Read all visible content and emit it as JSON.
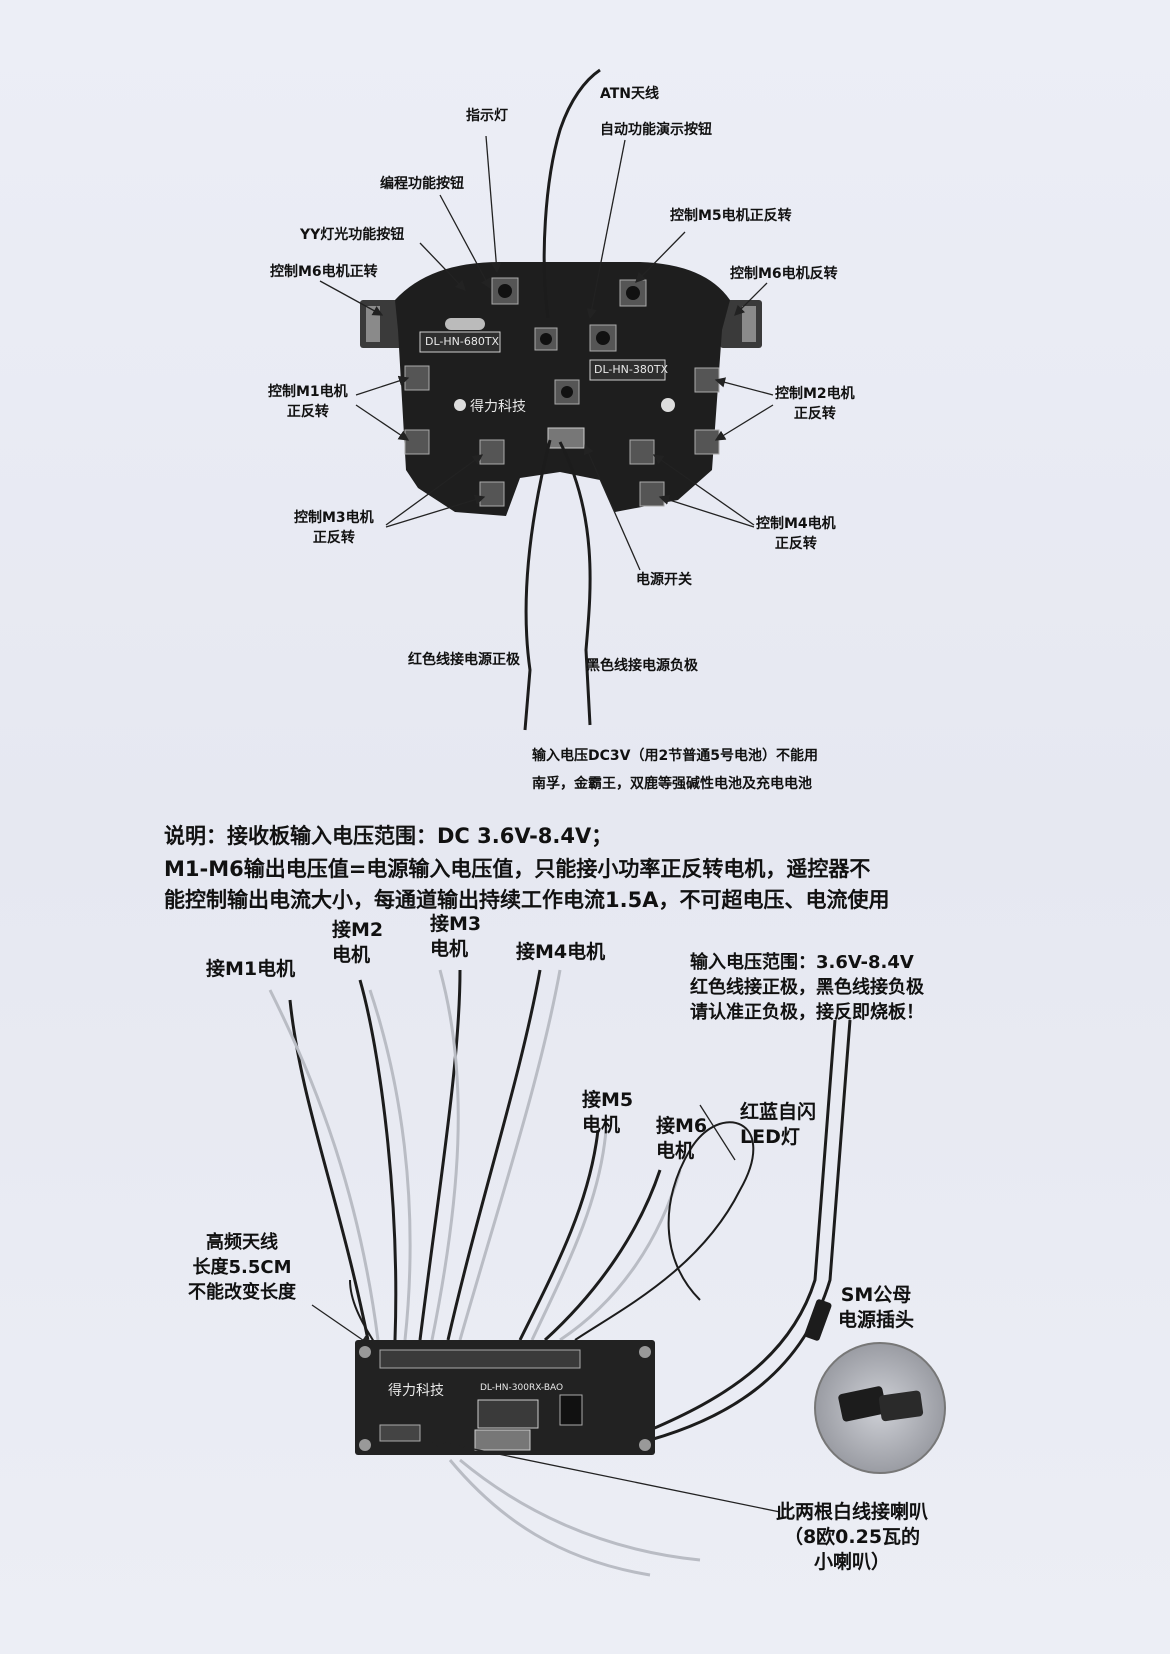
{
  "top_board": {
    "silk_model_left": "DL-HN-680TX",
    "silk_model_right": "DL-HN-380TX",
    "silk_brand": "得力科技",
    "labels": {
      "atn": "ATN天线",
      "indicator": "指示灯",
      "auto_demo": "自动功能演示按钮",
      "program": "编程功能按钮",
      "m5": "控制M5电机正反转",
      "yy": "YY灯光功能按钮",
      "m6_fwd": "控制M6电机正转",
      "m6_rev": "控制M6电机反转",
      "m1": [
        "控制M1电机",
        "正反转"
      ],
      "m2": [
        "控制M2电机",
        "正反转"
      ],
      "m3": [
        "控制M3电机",
        "正反转"
      ],
      "m4": [
        "控制M4电机",
        "正反转"
      ],
      "power_switch": "电源开关",
      "red_wire": "红色线接电源正极",
      "black_wire": "黑色线接电源负极",
      "input_line1": "输入电压DC3V（用2节普通5号电池）不能用",
      "input_line2": "南孚，金霸王，双鹿等强碱性电池及充电电池"
    }
  },
  "notes": [
    "说明：接收板输入电压范围：DC 3.6V-8.4V；",
    "M1-M6输出电压值=电源输入电压值，只能接小功率正反转电机，遥控器不",
    "能控制输出电流大小，每通道输出持续工作电流1.5A，不可超电压、电流使用"
  ],
  "bottom_board": {
    "silk_brand": "得力科技",
    "silk_model": "DL-HN-300RX-BAO",
    "labels": {
      "m1": "接M1电机",
      "m2": [
        "接M2",
        "电机"
      ],
      "m3": [
        "接M3",
        "电机"
      ],
      "m4": "接M4电机",
      "m5": [
        "接M5",
        "电机"
      ],
      "m6": [
        "接M6",
        "电机"
      ],
      "led": [
        "红蓝自闪",
        "LED灯"
      ],
      "input": [
        "输入电压范围：3.6V-8.4V",
        "红色线接正极，黑色线接负极",
        "请认准正负极，接反即烧板！"
      ],
      "antenna": [
        "高频天线",
        "长度5.5CM",
        "不能改变长度"
      ],
      "sm": [
        "SM公母",
        "电源插头"
      ],
      "speaker": [
        "此两根白线接喇叭",
        "（8欧0.25瓦的",
        "小喇叭）"
      ]
    }
  },
  "colors": {
    "pcb": "#1e1e1e",
    "wire": "#1c1c1c",
    "wire_light": "#b9bcc4",
    "arrow": "#222222",
    "paper": "#eceef6"
  }
}
